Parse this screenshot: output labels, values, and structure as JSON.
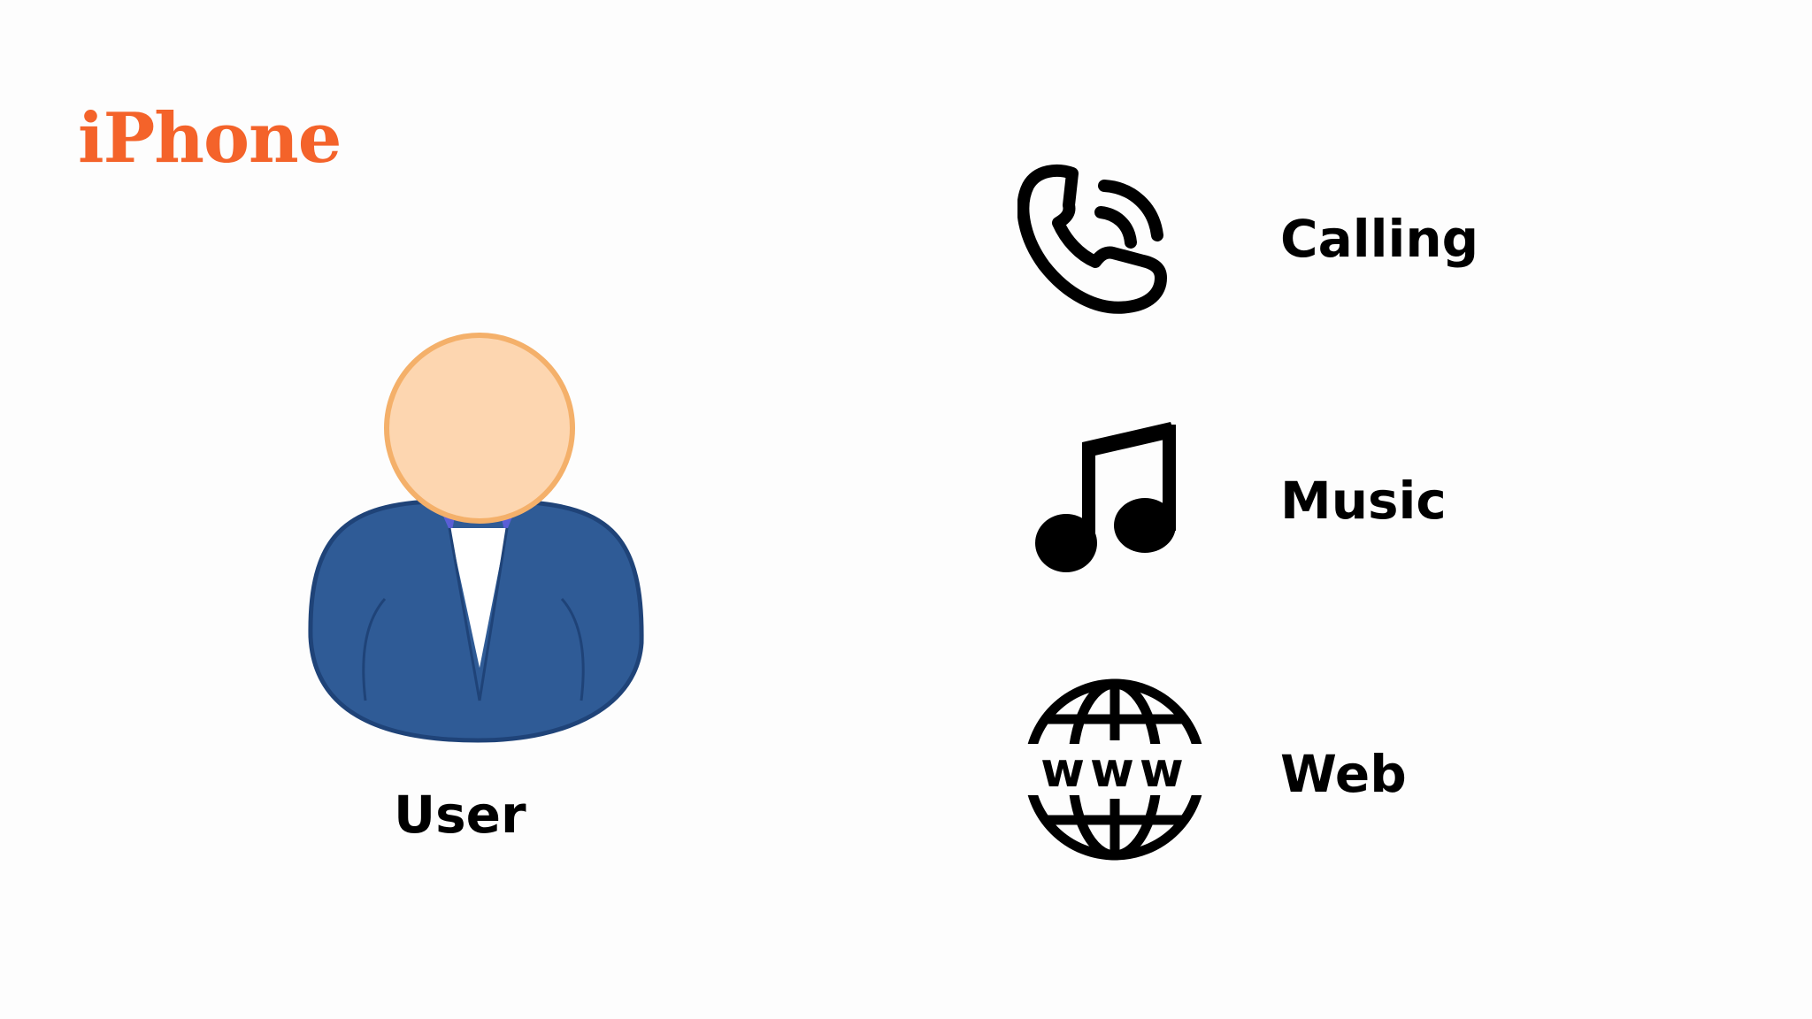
{
  "colors": {
    "title": "#f4632a",
    "face": "#fdd6b0",
    "face_outline": "#f4b06a",
    "suit": "#2f5b96",
    "suit_outline": "#1f4378",
    "collar": "#5a5fd6",
    "icon": "#000000",
    "background": "#fdfdfd"
  },
  "header": {
    "title": "iPhone"
  },
  "user": {
    "icon": "user-avatar-icon",
    "label": "User"
  },
  "features": [
    {
      "icon": "phone-call-icon",
      "label": "Calling"
    },
    {
      "icon": "music-note-icon",
      "label": "Music"
    },
    {
      "icon": "globe-www-icon",
      "label": "Web"
    }
  ]
}
